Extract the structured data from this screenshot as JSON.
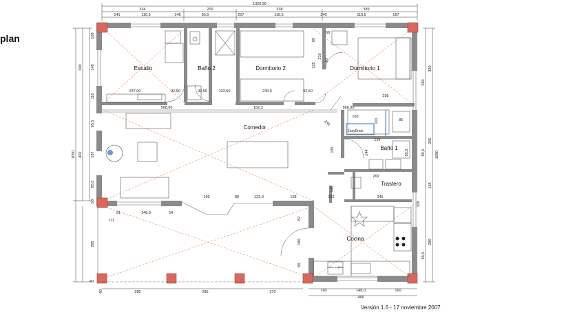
{
  "title": "plan",
  "footer": "Versión 1.6 - 17 noviembre 2007",
  "rooms": {
    "estudio": "Estudio",
    "bano2": "Baño 2",
    "dormitorio2": "Dormitorio 2",
    "dormitorio1": "Dormitorio 1",
    "comedor": "Comedor",
    "bano1": "Baño 1",
    "trastero": "Trastero",
    "cocina": "Cocina",
    "easydrain": "EasyDrain",
    "lavavajillas": "Lava-\nvajillas"
  },
  "dims_top": {
    "overall": "1320,90",
    "a": "334",
    "b": "200",
    "c": "338",
    "d": "389",
    "s1": "141",
    "s2": "110,5",
    "s3": "149",
    "s4": "85,5",
    "s5": "207",
    "s6": "110,5",
    "s7": "240",
    "s8": "110,5",
    "s9": "167"
  },
  "dims_bottom": {
    "b1": "285",
    "b2": "285",
    "b3": "270",
    "b4": "160",
    "b5": "148,0",
    "b6": "160",
    "b7": "466"
  },
  "dims_left": {
    "l1": "300",
    "l2": "148",
    "l3": "116",
    "l4": "108",
    "l5": "85,5",
    "l6": "167",
    "l7": "85,5",
    "l8": "402",
    "l9": "1050",
    "l10": "50",
    "l11": "295",
    "l12": "40",
    "l13": "40"
  },
  "dims_right": {
    "r1": "320",
    "r2": "560",
    "r3": "255",
    "r4": "135",
    "r5": "85,5",
    "r6": "1080",
    "r7": "280",
    "r8": "329",
    "r9": "65,5"
  },
  "dims_inner": {
    "i1": "237,00",
    "i2": "92,50",
    "i3": "92,50",
    "i4": "102,50",
    "i5": "240,5",
    "i6": "92,50",
    "i7": "568,90",
    "i8": "182,2",
    "i9": "295",
    "i10": "568,90",
    "i11": "160",
    "i12": "85",
    "i13": "101",
    "i14": "154",
    "i15": "144",
    "i16": "195",
    "i17": "269",
    "i18": "245",
    "i19": "162",
    "i20": "145",
    "i21": "199",
    "i22": "80",
    "i23": "123,0",
    "i24": "158",
    "i25": "111",
    "i26": "81",
    "i27": "148,0",
    "i28": "54",
    "i29": "82",
    "i30": "180",
    "i31": "88",
    "i32": "125",
    "i33": "210",
    "i34": "40",
    "i35": "60",
    "i36": "69",
    "i37": "230",
    "i38": "65,5"
  },
  "colors": {
    "wall": "#8a8a8a",
    "column": "#d9685c",
    "dim": "#333333",
    "diagonal": "#e8a070",
    "fixture": "#444444",
    "drain": "#2f6fb0"
  }
}
